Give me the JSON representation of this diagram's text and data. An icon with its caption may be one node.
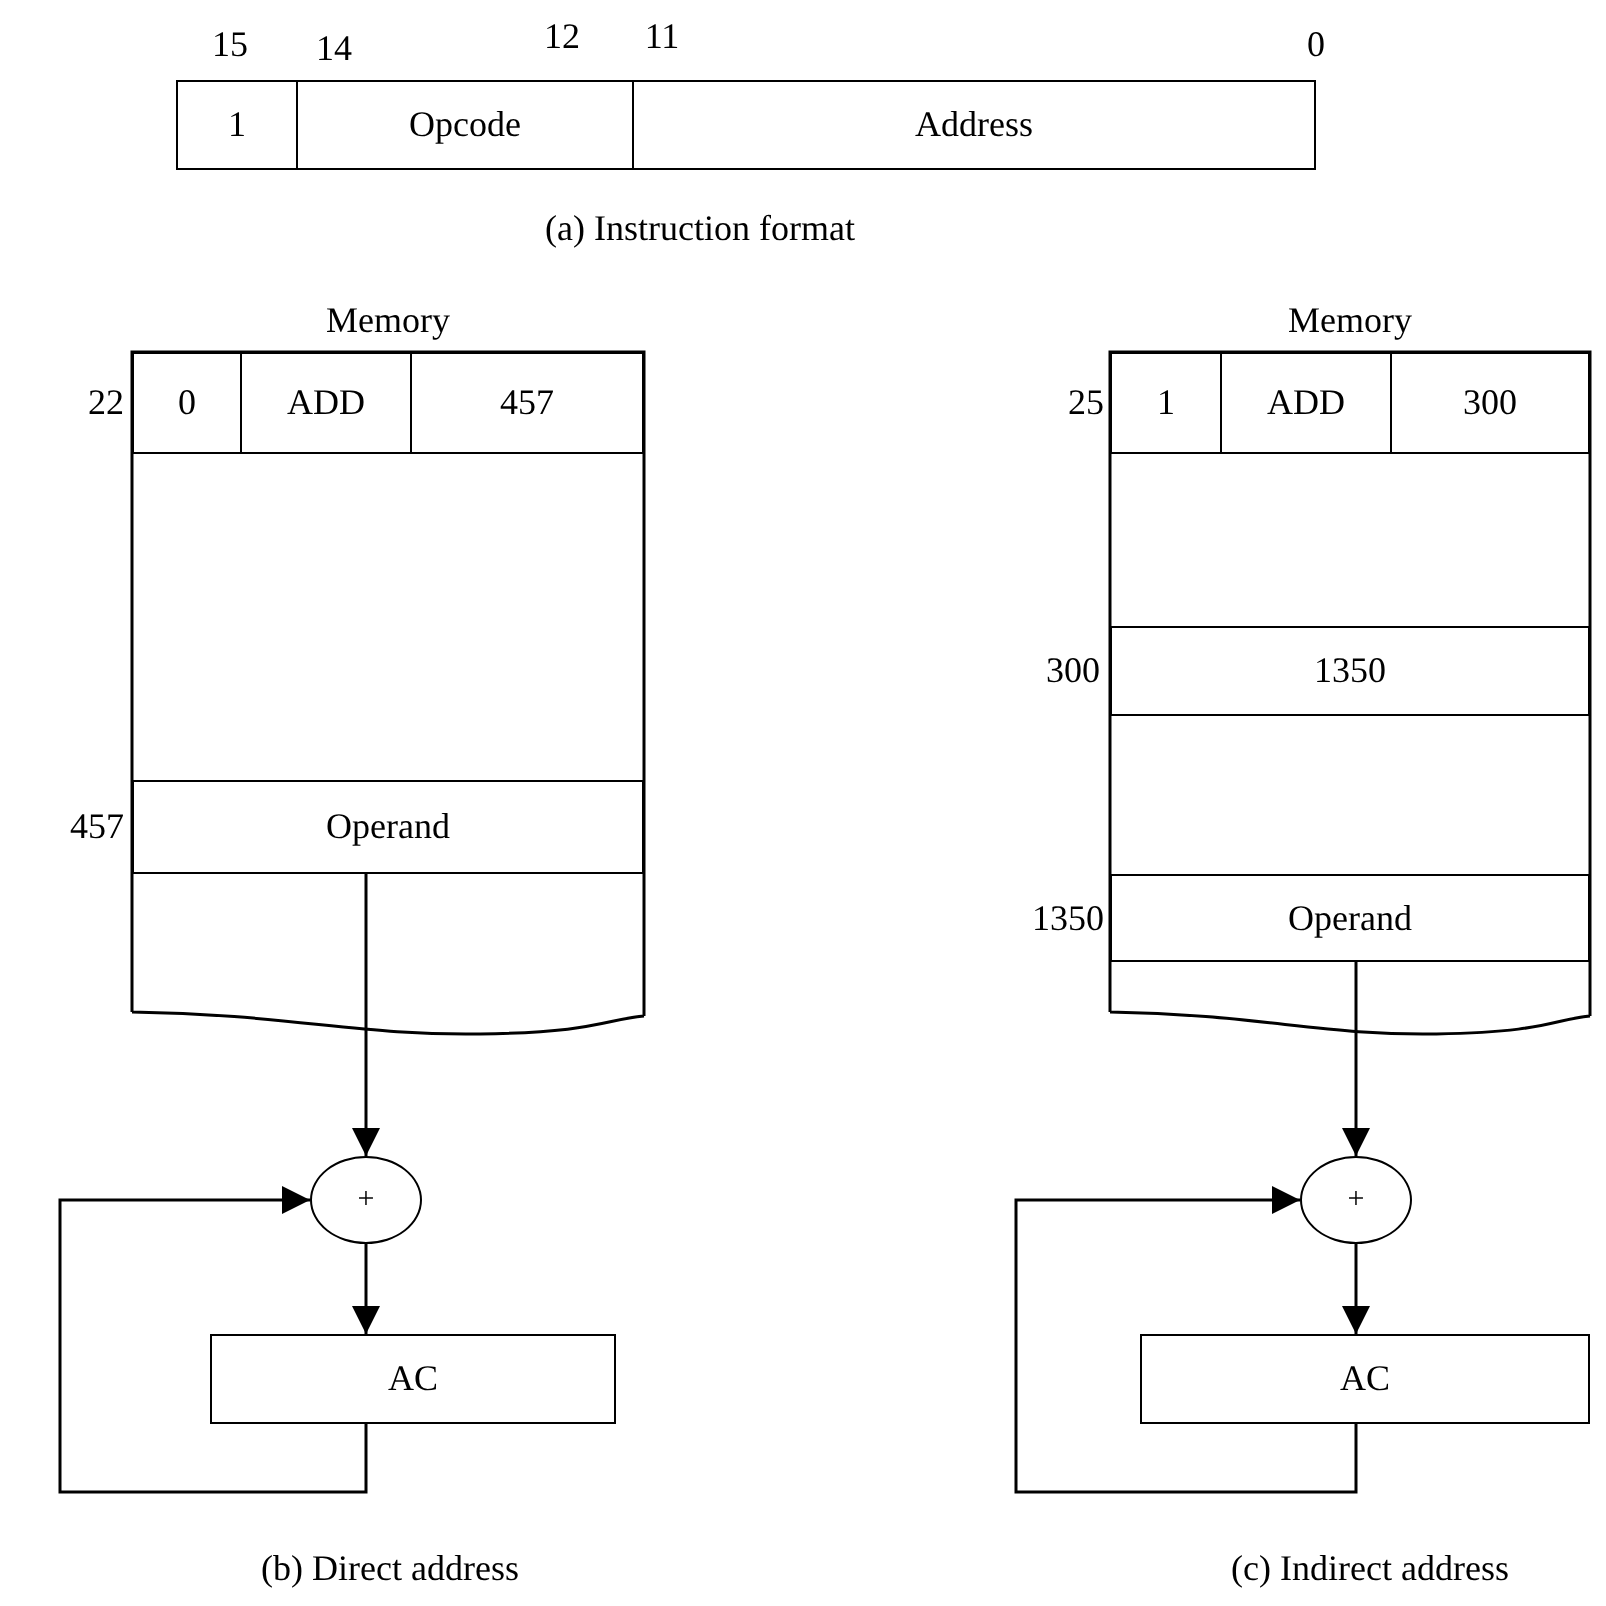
{
  "diagram": {
    "nodes": [
      {
        "text": [
          "1"
        ]
      },
      {
        "text": [
          "Opcode"
        ]
      },
      {
        "text": [
          "Address"
        ]
      },
      {
        "text": [
          "Memory"
        ]
      },
      {
        "text": [
          "0"
        ],
        "in": 3,
        "beside": [
          "22"
        ]
      },
      {
        "text": [
          "ADD"
        ],
        "in": 3
      },
      {
        "text": [
          "457"
        ],
        "in": 3
      },
      {
        "text": [
          "Operand"
        ],
        "in": 3,
        "beside": [
          "457"
        ]
      },
      {
        "text": [
          "+"
        ]
      },
      {
        "text": [
          "AC"
        ]
      },
      {
        "text": [
          "Memory"
        ]
      },
      {
        "text": [
          "1"
        ],
        "in": 10,
        "beside": [
          "25"
        ]
      },
      {
        "text": [
          "ADD"
        ],
        "in": 10
      },
      {
        "text": [
          "300"
        ],
        "in": 10
      },
      {
        "text": [
          "1350"
        ],
        "in": 10,
        "beside": [
          "300"
        ]
      },
      {
        "text": [
          "Operand"
        ],
        "in": 10,
        "beside": [
          "1350"
        ]
      },
      {
        "text": [
          "+"
        ]
      },
      {
        "text": [
          "AC"
        ]
      }
    ],
    "edges": [
      {
        "from": 7,
        "to": 8,
        "arrow": "to"
      },
      {
        "from": 8,
        "to": 9,
        "arrow": "to"
      },
      {
        "from": 9,
        "to": 8,
        "arrow": "to"
      },
      {
        "from": 15,
        "to": 16,
        "arrow": "to"
      },
      {
        "from": 16,
        "to": 17,
        "arrow": "to"
      },
      {
        "from": 17,
        "to": 16,
        "arrow": "to"
      }
    ],
    "labels": [
      "15",
      "14",
      "12",
      "11",
      "0",
      "(a) Instruction format",
      "(b) Direct address",
      "(c) Indirect address"
    ]
  }
}
